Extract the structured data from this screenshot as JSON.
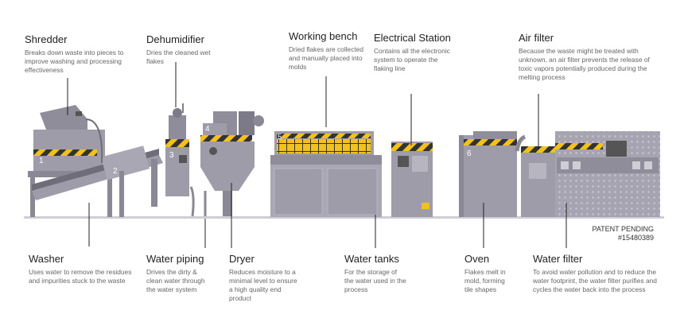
{
  "labels": {
    "shredder": {
      "title": "Shredder",
      "desc": "Breaks down waste into pieces to improve washing and processing effectiveness"
    },
    "dehumidifier": {
      "title": "Dehumidifier",
      "desc": "Dries the cleaned wet flakes"
    },
    "working_bench": {
      "title": "Working bench",
      "desc": "Dried flakes are collected and manually placed into molds"
    },
    "electrical_station": {
      "title": "Electrical Station",
      "desc": "Contains all the electronic system to operate the flaking line"
    },
    "air_filter": {
      "title": "Air filter",
      "desc": "Because the waste might be treated with unknown, an air filter prevents the release of toxic vapors potentially produced during the melting process"
    },
    "washer": {
      "title": "Washer",
      "desc": "Uses water to remove the residues and impurities stuck to the waste"
    },
    "water_piping": {
      "title": "Water piping",
      "desc": "Drives the dirty & clean water through the water system"
    },
    "dryer": {
      "title": "Dryer",
      "desc": "Reduces moisture to a minimal level to ensure a high quality end product"
    },
    "water_tanks": {
      "title": "Water tanks",
      "desc": "For the storage of the water used in the process"
    },
    "oven": {
      "title": "Oven",
      "desc": "Flakes melt in mold, forming tile shapes"
    },
    "water_filter": {
      "title": "Water filter",
      "desc": "To avoid water pollution and to reduce the water footprint, the water filter purifies and cycles the water back into the process"
    }
  },
  "patent": {
    "line1": "PATENT PENDING",
    "line2": "#15480389"
  },
  "machine_numbers": {
    "n1": "1",
    "n2": "2",
    "n3": "3",
    "n4": "4",
    "n5": "5",
    "n6": "6"
  },
  "colors": {
    "machine": "#9e9ca8",
    "machine_dark": "#7c7a88",
    "stripe_yellow": "#f2c21a",
    "stripe_dark": "#333333",
    "floor": "#c8c6d0"
  }
}
